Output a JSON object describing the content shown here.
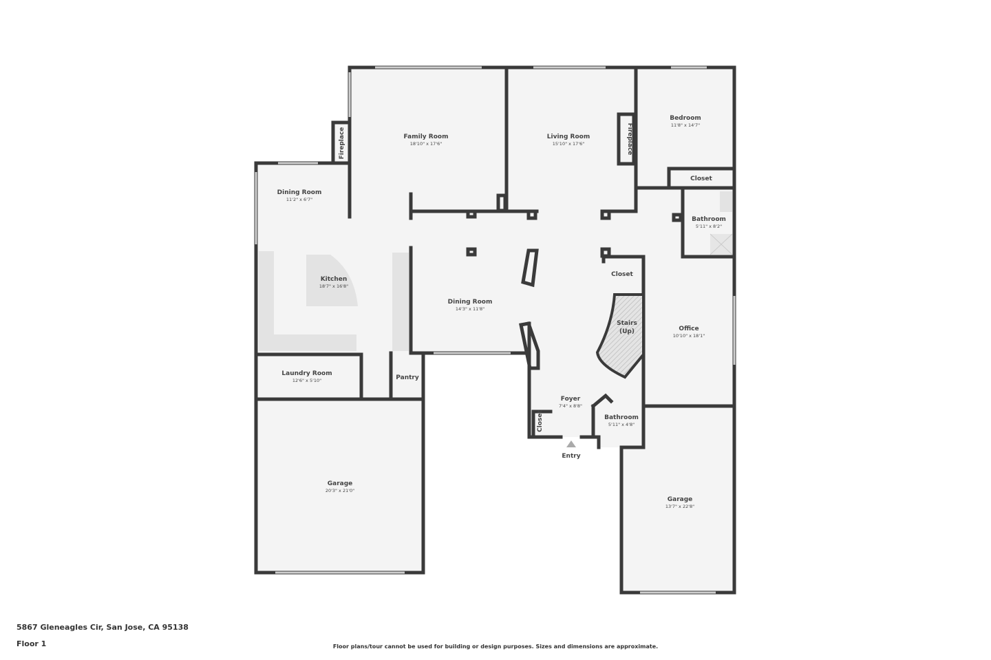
{
  "rooms": {
    "family_room": {
      "name": "Family Room",
      "dims": "18'10\" x 17'6\""
    },
    "living_room": {
      "name": "Living Room",
      "dims": "15'10\" x 17'6\""
    },
    "bedroom": {
      "name": "Bedroom",
      "dims": "11'8\" x 14'7\""
    },
    "bedroom_closet": {
      "name": "Closet"
    },
    "bathroom_1": {
      "name": "Bathroom",
      "dims": "5'11\" x 8'2\""
    },
    "dining_room_1": {
      "name": "Dining Room",
      "dims": "11'2\" x 6'7\""
    },
    "kitchen": {
      "name": "Kitchen",
      "dims": "18'7\" x 16'8\""
    },
    "dining_room_2": {
      "name": "Dining Room",
      "dims": "14'3\" x 11'8\""
    },
    "hall_closet": {
      "name": "Closet"
    },
    "stairs": {
      "name": "Stairs",
      "note": "(Up)"
    },
    "office": {
      "name": "Office",
      "dims": "10'10\" x 18'1\""
    },
    "laundry_room": {
      "name": "Laundry Room",
      "dims": "12'6\" x 5'10\""
    },
    "pantry": {
      "name": "Pantry"
    },
    "foyer": {
      "name": "Foyer",
      "dims": "7'4\" x 8'8\""
    },
    "foyer_closet": {
      "name": "Closet"
    },
    "bathroom_2": {
      "name": "Bathroom",
      "dims": "5'11\" x 4'8\""
    },
    "garage_1": {
      "name": "Garage",
      "dims": "20'3\" x 21'0\""
    },
    "garage_2": {
      "name": "Garage",
      "dims": "13'7\" x 22'8\""
    },
    "fireplace_1": {
      "name": "Fireplace"
    },
    "fireplace_2": {
      "name": "Fireplace"
    }
  },
  "entry_label": "Entry",
  "footer": {
    "address": "5867 Gleneagles Cir, San Jose, CA 95138",
    "floor": "Floor 1",
    "disclaimer": "Floor plans/tour cannot be used for building or design purposes. Sizes and dimensions are approximate."
  }
}
